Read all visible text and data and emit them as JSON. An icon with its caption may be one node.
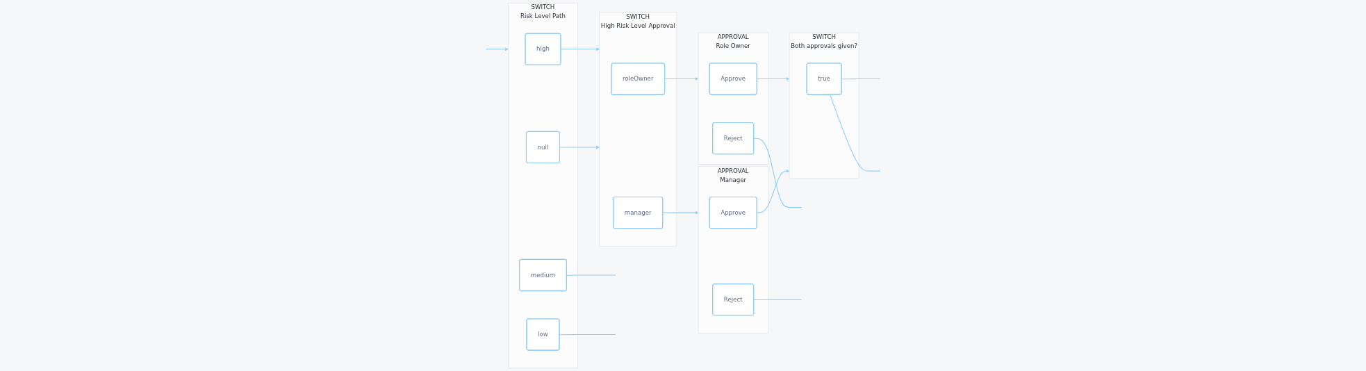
{
  "diagram": {
    "nodes": [
      {
        "text": [
          "SWITCH",
          "Risk Level Path"
        ]
      },
      {
        "text": [
          "high"
        ],
        "in": 0
      },
      {
        "text": [
          "medium"
        ],
        "in": 0
      },
      {
        "text": [
          "low"
        ],
        "in": 0
      },
      {
        "text": [
          "null"
        ],
        "in": 0
      },
      {
        "text": [
          "SWITCH",
          "High Risk Level Approval"
        ]
      },
      {
        "text": [
          "roleOwner"
        ],
        "in": 5
      },
      {
        "text": [
          "manager"
        ],
        "in": 5
      },
      {
        "text": [
          "APPROVAL",
          "Role Owner"
        ]
      },
      {
        "text": [
          "Approve"
        ],
        "in": 8
      },
      {
        "text": [
          "Reject"
        ],
        "in": 8
      },
      {
        "text": [
          "APPROVAL",
          "Manager"
        ]
      },
      {
        "text": [
          "Approve"
        ],
        "in": 11
      },
      {
        "text": [
          "Reject"
        ],
        "in": 11
      },
      {
        "text": [
          "SWITCH",
          "Both approvals given?"
        ]
      },
      {
        "text": [
          "true"
        ],
        "in": 14
      }
    ],
    "edges": [
      {
        "from": null,
        "to": 0,
        "arrow": "to"
      },
      {
        "from": 1,
        "to": 5,
        "arrow": "to"
      },
      {
        "from": 4,
        "to": 5,
        "arrow": "to"
      },
      {
        "from": 2,
        "to": null,
        "arrow": "none"
      },
      {
        "from": 3,
        "to": null,
        "arrow": "none"
      },
      {
        "from": 6,
        "to": 8,
        "arrow": "to"
      },
      {
        "from": 7,
        "to": 11,
        "arrow": "to"
      },
      {
        "from": 9,
        "to": 14,
        "arrow": "to"
      },
      {
        "from": 12,
        "to": 14,
        "arrow": "to"
      },
      {
        "from": 10,
        "to": null,
        "arrow": "none"
      },
      {
        "from": 13,
        "to": null,
        "arrow": "none"
      },
      {
        "from": 15,
        "to": null,
        "arrow": "none"
      },
      {
        "from": 15,
        "to": null,
        "arrow": "none"
      }
    ]
  }
}
